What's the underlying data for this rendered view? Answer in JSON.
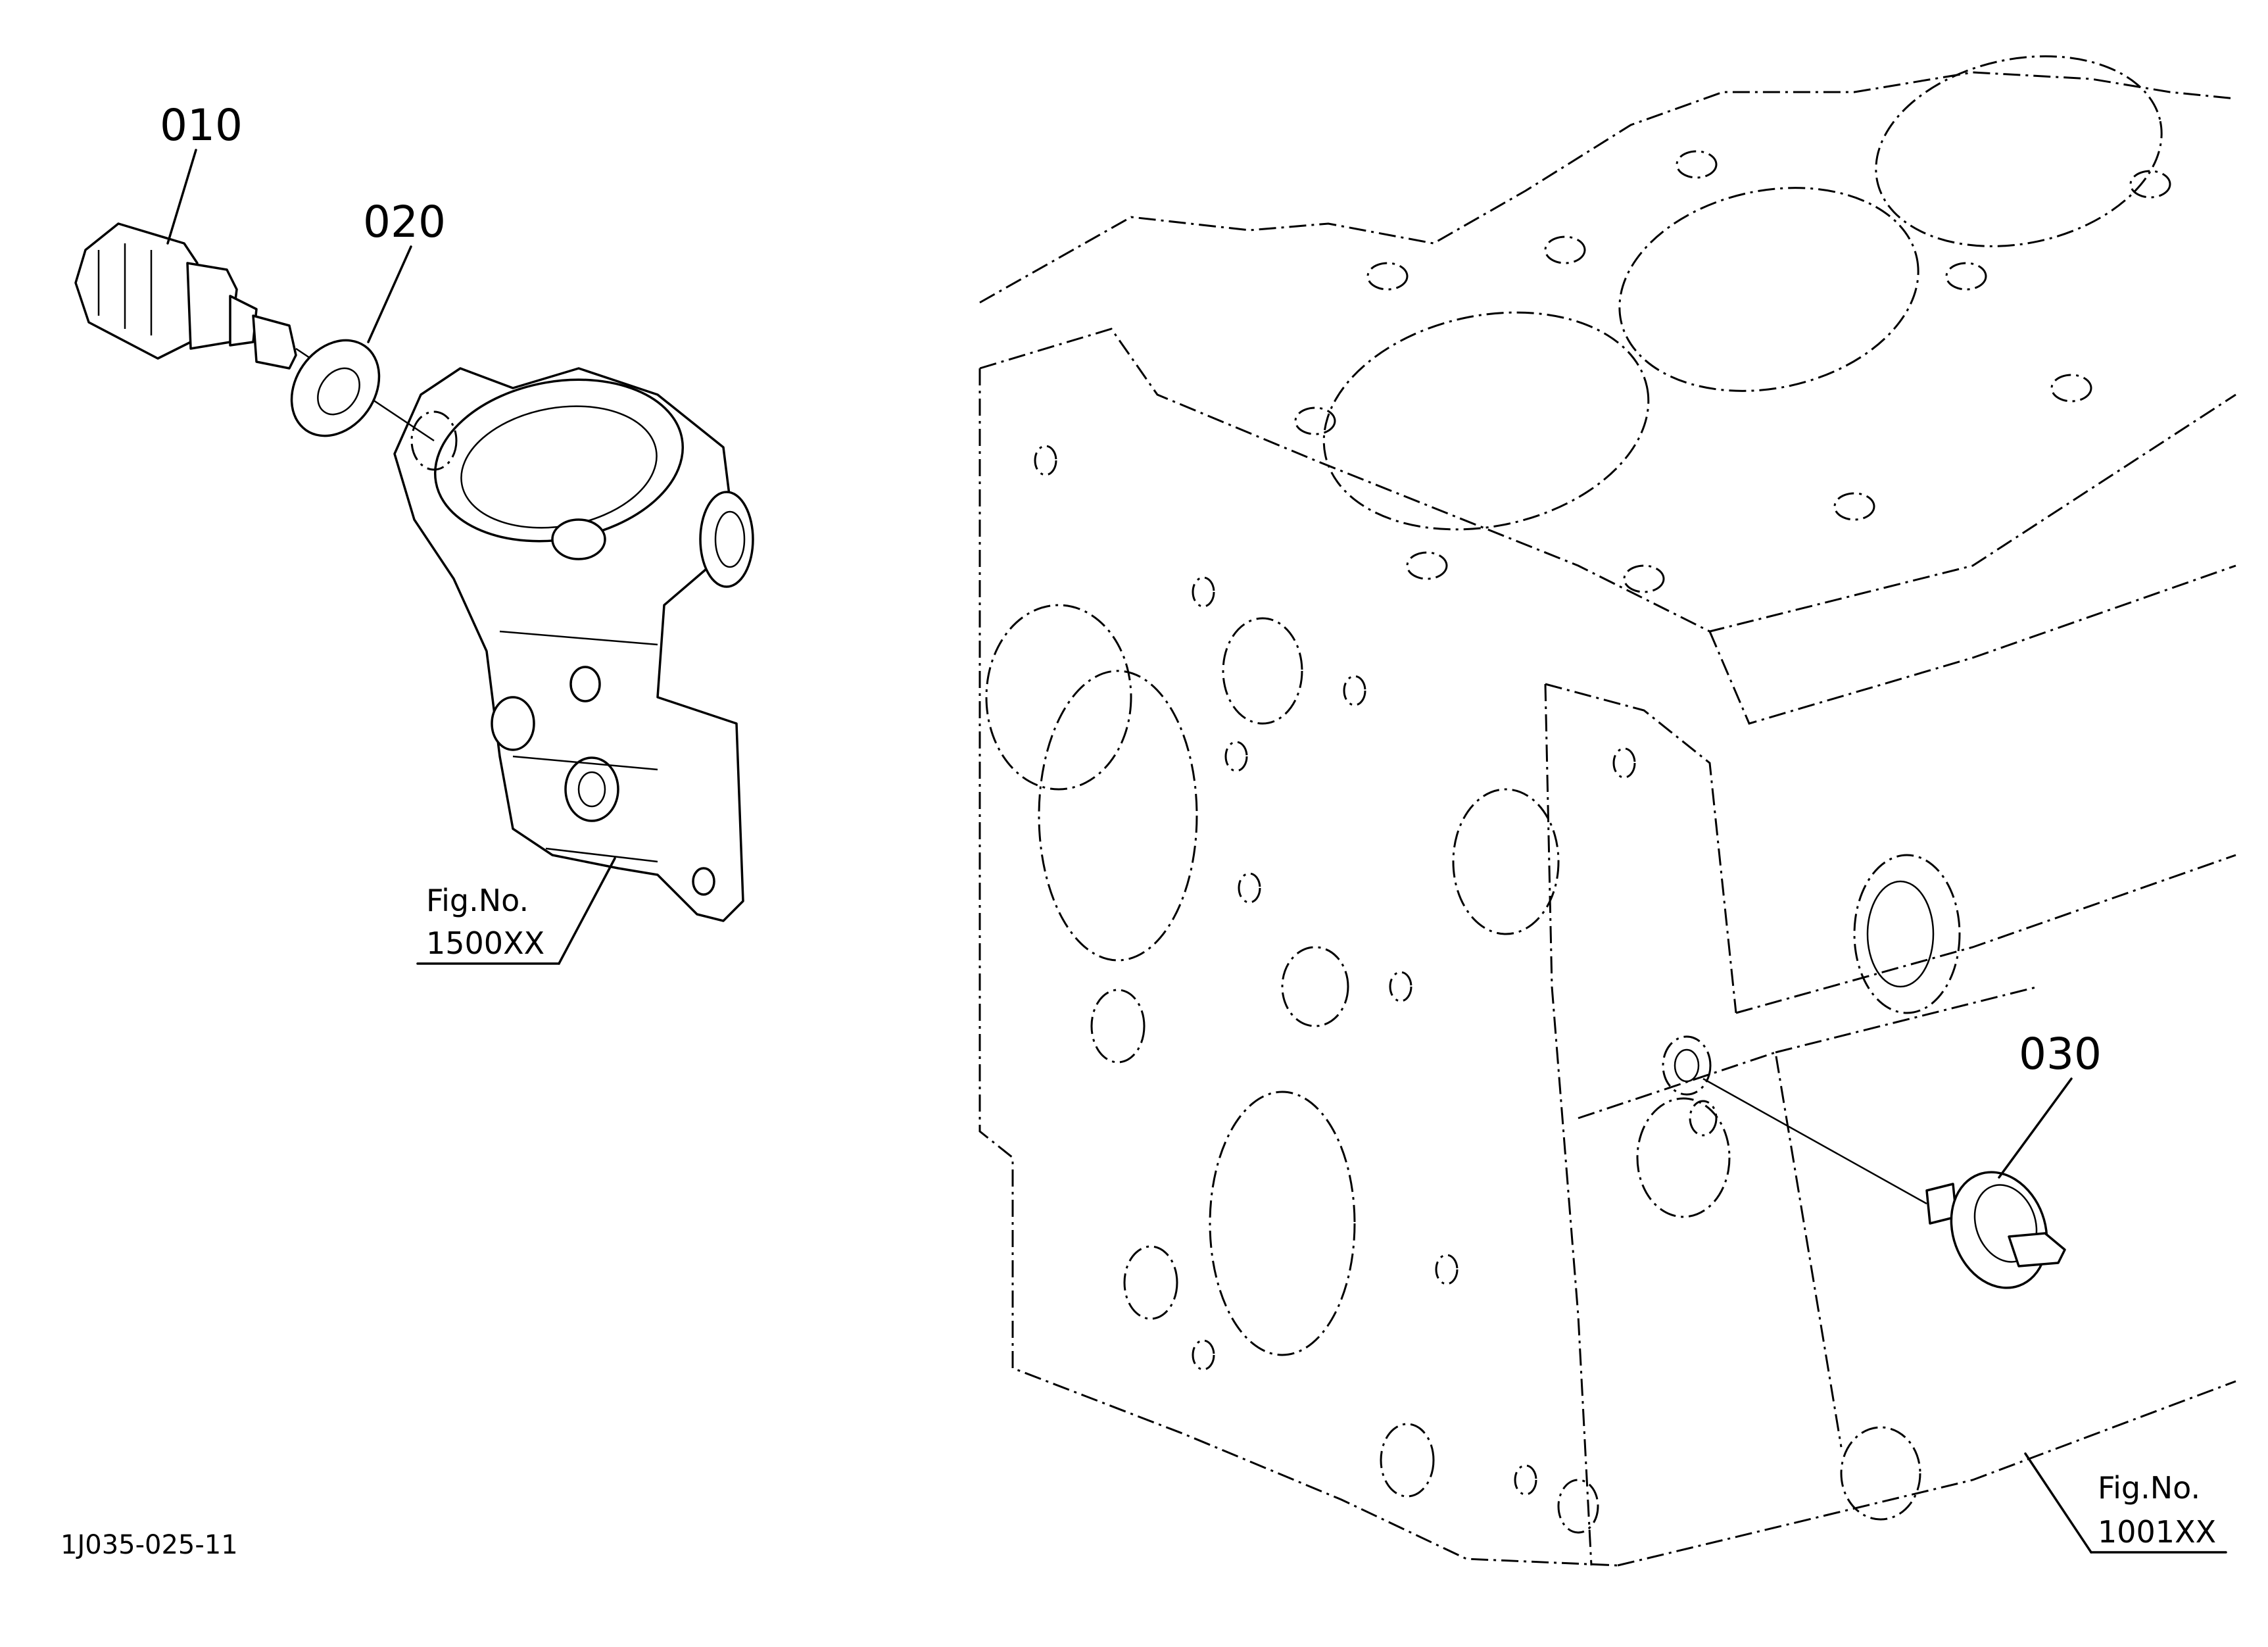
{
  "diagram": {
    "callouts": {
      "part_010": "010",
      "part_020": "020",
      "part_030": "030"
    },
    "references": {
      "water_flange": {
        "line1": "Fig.No.",
        "line2": "1500XX"
      },
      "crankcase": {
        "line1": "Fig.No.",
        "line2": "1001XX"
      }
    },
    "drawing_code": "1J035-025-11"
  }
}
